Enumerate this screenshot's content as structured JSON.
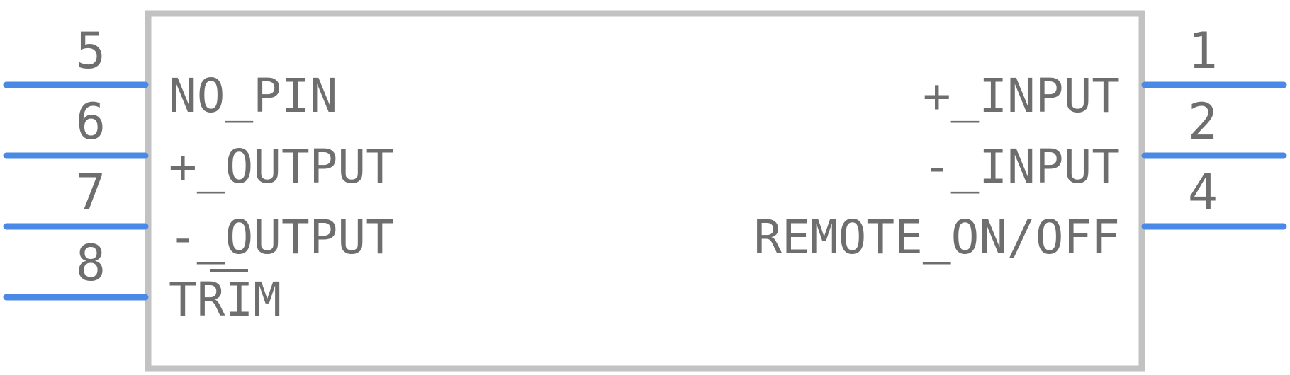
{
  "component": {
    "body_color": "#c2c2c2",
    "pin_color": "#4a8ae6",
    "text_color": "#6e6e6e"
  },
  "left_pins": [
    {
      "number": "5",
      "label": "NO_PIN"
    },
    {
      "number": "6",
      "label": "+_OUTPUT"
    },
    {
      "number": "7",
      "label": "-_OUTPUT"
    },
    {
      "number": "8",
      "label": "TRIM"
    }
  ],
  "right_pins": [
    {
      "number": "1",
      "label": "+_INPUT"
    },
    {
      "number": "2",
      "label": "-_INPUT"
    },
    {
      "number": "4",
      "label": "REMOTE_ON/OFF"
    }
  ]
}
